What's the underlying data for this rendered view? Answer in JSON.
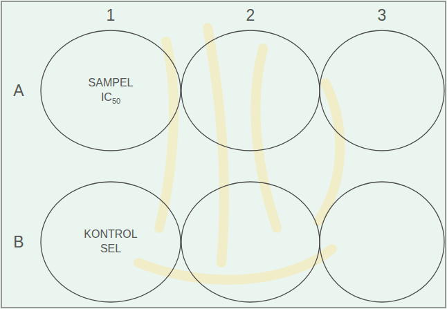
{
  "diagram": {
    "nodes": [
      {
        "text": [
          "SAMPEL IC50"
        ]
      },
      {
        "text": [
          "KONTROL SEL"
        ]
      }
    ],
    "labels": [
      "1",
      "2",
      "3",
      "A",
      "B"
    ]
  }
}
